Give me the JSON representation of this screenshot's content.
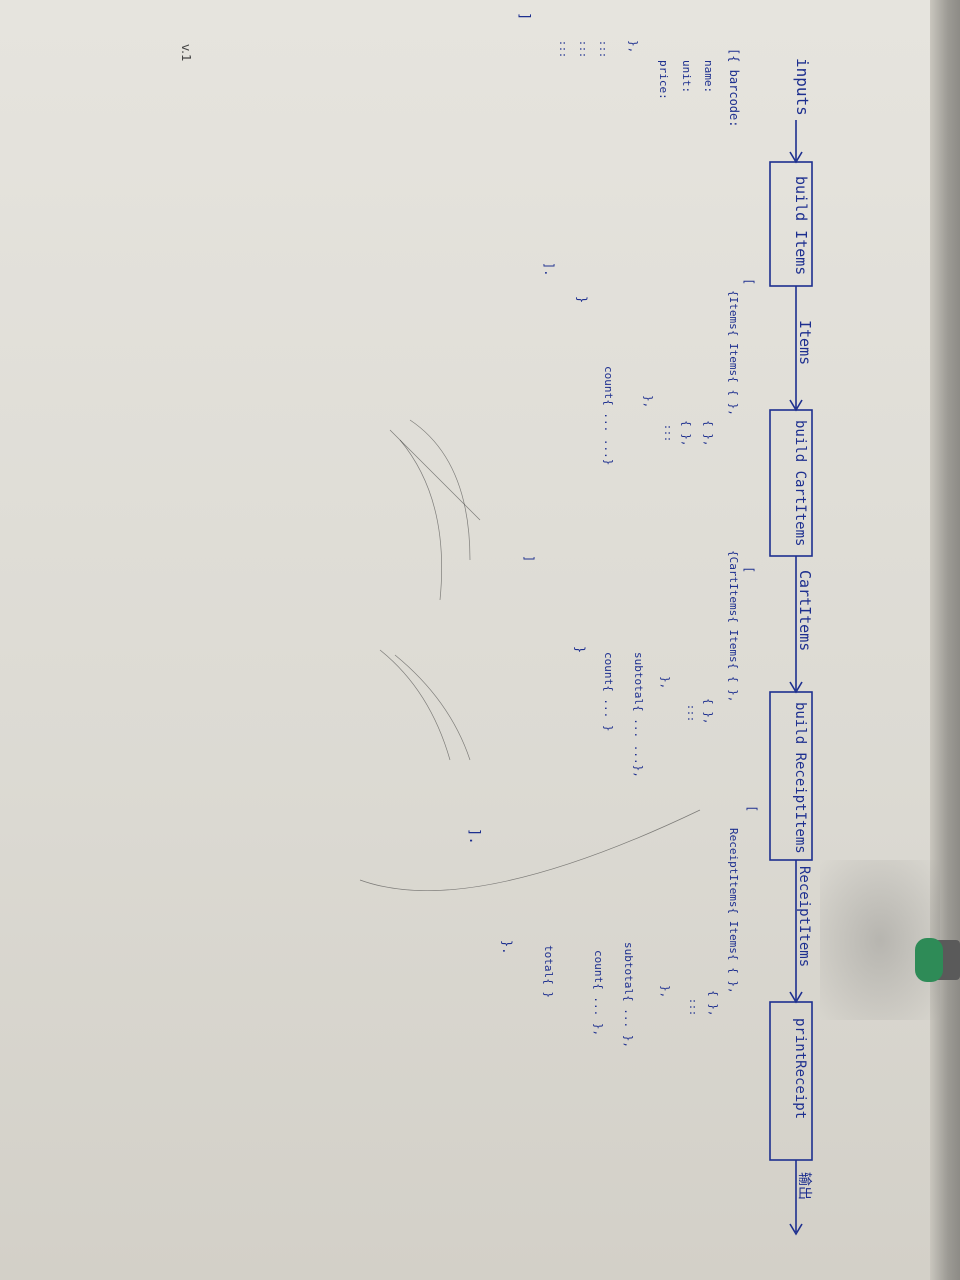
{
  "corner_note": "v.1",
  "flow": {
    "inputs_label": "inputs",
    "step1": "build Items",
    "arrow1": "Items",
    "step2": "build CartItems",
    "arrow2": "CartItems",
    "step3": "build ReceiptItems",
    "arrow3": "ReceiptItems",
    "step4": "printReceipt",
    "output": "输出"
  },
  "inputs_block": {
    "open": "[{ barcode:",
    "lines": [
      "name:",
      "unit:",
      "price:",
      "},",
      ":::",
      ":::",
      ":::"
    ],
    "close": "]"
  },
  "items_block": {
    "open": "[",
    "lines": [
      "{Items{ Items{ { },",
      "{ },",
      "{ },",
      ":::",
      "},",
      "count{ ... ...}"
    ],
    "close1": "}",
    "close2": "]."
  },
  "cart_block": {
    "open": "[",
    "lines": [
      "{CartItems{ Items{ { },",
      "{ },",
      ":::",
      "},",
      "subtotal{ ... ...},",
      "count{ ... }"
    ],
    "close1": "}",
    "close2": "]"
  },
  "receipt_block": {
    "open": "[",
    "lines": [
      "ReceiptItems{ Items{ { },",
      "{ },",
      ":::",
      "},",
      "subtotal{ ... },",
      "count{ ... },",
      "total{ }"
    ],
    "close1": "}.",
    "close2": "]."
  }
}
